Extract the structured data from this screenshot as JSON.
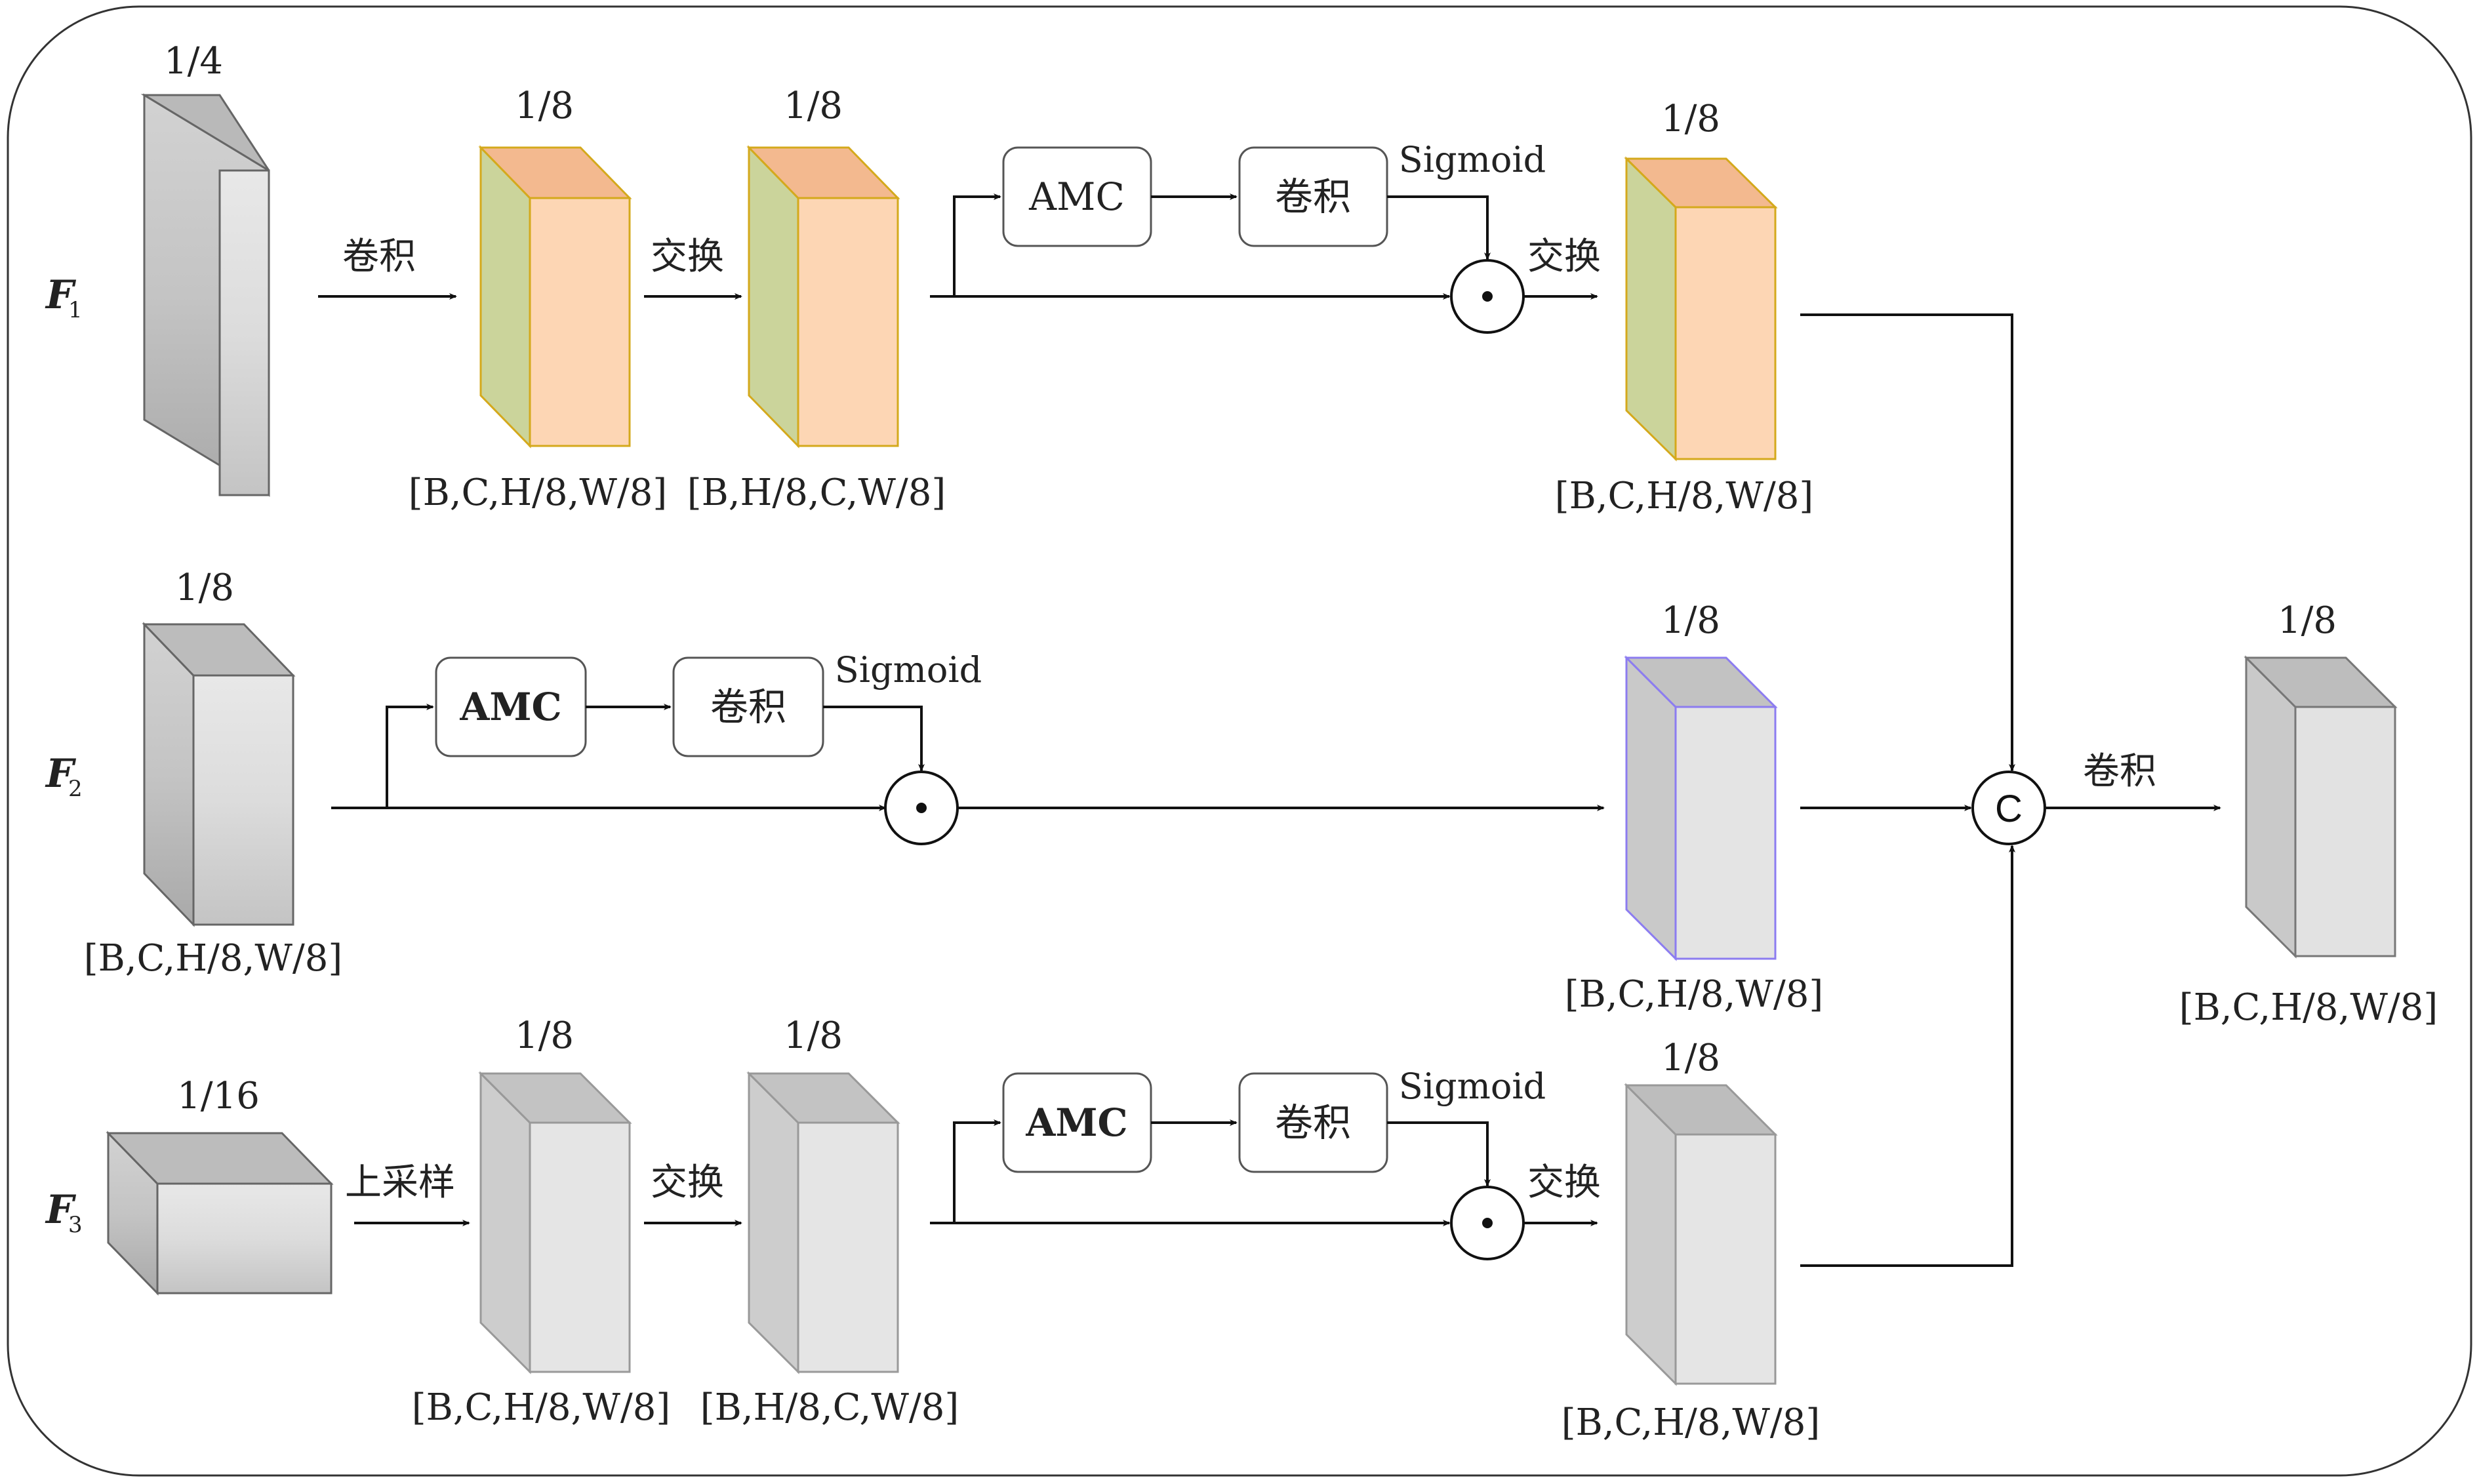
{
  "inputs": {
    "f1": {
      "letter": "F",
      "sub": "1"
    },
    "f2": {
      "letter": "F",
      "sub": "2"
    },
    "f3": {
      "letter": "F",
      "sub": "3"
    }
  },
  "scales": {
    "f1_in": "1/4",
    "r1_conv": "1/8",
    "r1_swap": "1/8",
    "r1_out": "1/8",
    "f2_in": "1/8",
    "r2_out": "1/8",
    "final": "1/8",
    "f3_in": "1/16",
    "r3_up": "1/8",
    "r3_swap": "1/8",
    "r3_out": "1/8"
  },
  "shapes": {
    "f1_in": "",
    "r1_conv": "[B,C,H/8,W/8]",
    "r1_swap": "[B,H/8,C,W/8]",
    "r1_out": "[B,C,H/8,W/8]",
    "f2_in": "[B,C,H/8,W/8]",
    "r2_out": "[B,C,H/8,W/8]",
    "final": "[B,C,H/8,W/8]",
    "f3_in": "",
    "r3_up": "[B,C,H/8,W/8]",
    "r3_swap": "[B,H/8,C,W/8]",
    "r3_out": "[B,C,H/8,W/8]"
  },
  "edge_labels": {
    "r1_conv": "卷积",
    "r1_swap": "交换",
    "r1_swap_out": "交换",
    "r3_up": "上采样",
    "r3_swap": "交换",
    "r3_swap_out": "交换",
    "final_conv": "卷积"
  },
  "ops": {
    "r1_amc": "AMC",
    "r1_conv": "卷积",
    "r1_sig": "Sigmoid",
    "r2_amc": "AMC",
    "r2_conv": "卷积",
    "r2_sig": "Sigmoid",
    "r3_amc": "AMC",
    "r3_conv": "卷积",
    "r3_sig": "Sigmoid",
    "concat": "C",
    "dot": "·"
  },
  "colors": {
    "orange_front": "#fdd6b4",
    "orange_side": "#cbd49b",
    "orange_top": "#f3b98f",
    "orange_edge": "#d4a91c",
    "gray_front": "#e2e2e2",
    "gray_side": "#c9c9c9",
    "gray_top": "#bcbcbc",
    "purple_edge": "#8c7cf0"
  }
}
